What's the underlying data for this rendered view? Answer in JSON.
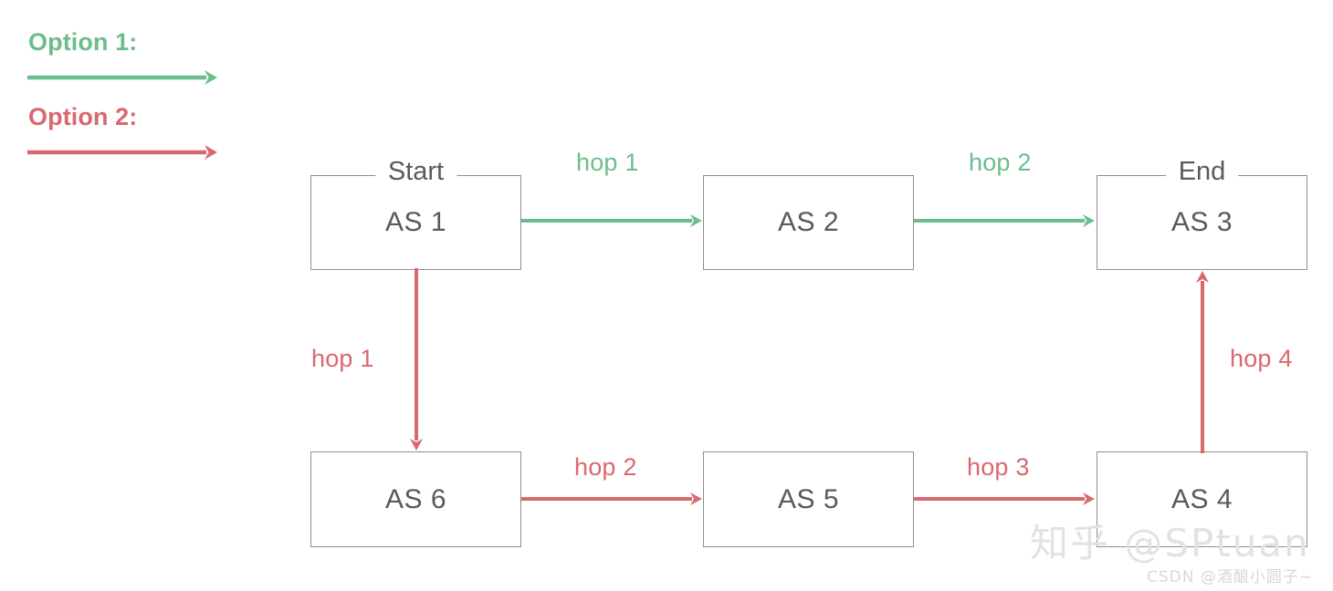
{
  "colors": {
    "option1": "#6BBE8C",
    "option2": "#D9686F",
    "box_border": "#8e8e8e",
    "box_text": "#5a5a5a",
    "background": "#ffffff",
    "watermark": "#e2e2e2"
  },
  "legend": {
    "option1_label": "Option 1:",
    "option2_label": "Option 2:"
  },
  "nodes": {
    "as1": {
      "name": "AS 1",
      "badge": "Start"
    },
    "as2": {
      "name": "AS 2"
    },
    "as3": {
      "name": "AS 3",
      "badge": "End"
    },
    "as4": {
      "name": "AS 4"
    },
    "as5": {
      "name": "AS 5"
    },
    "as6": {
      "name": "AS 6"
    }
  },
  "edges": {
    "green": [
      {
        "label": "hop 1",
        "from": "AS 1",
        "to": "AS 2",
        "direction": "right"
      },
      {
        "label": "hop 2",
        "from": "AS 2",
        "to": "AS 3",
        "direction": "right"
      }
    ],
    "red": [
      {
        "label": "hop 1",
        "from": "AS 1",
        "to": "AS 6",
        "direction": "down"
      },
      {
        "label": "hop 2",
        "from": "AS 6",
        "to": "AS 5",
        "direction": "right"
      },
      {
        "label": "hop 3",
        "from": "AS 5",
        "to": "AS 4",
        "direction": "right"
      },
      {
        "label": "hop 4",
        "from": "AS 4",
        "to": "AS 3",
        "direction": "up"
      }
    ]
  },
  "watermarks": {
    "primary": "知乎 @SPtuan",
    "secondary": "CSDN @酒酿小圆子~"
  }
}
